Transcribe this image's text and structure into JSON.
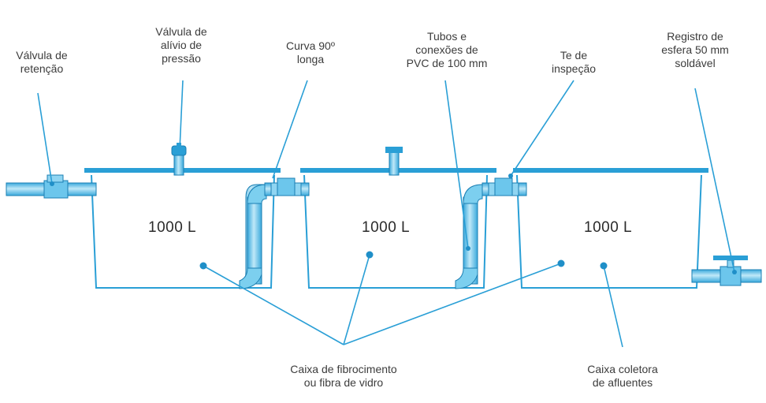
{
  "labels": {
    "retention_valve": [
      "Válvula de",
      "retenção"
    ],
    "relief_valve": [
      "Válvula de",
      "alívio de",
      "pressão"
    ],
    "curve": [
      "Curva 90º",
      "longa"
    ],
    "pipes": [
      "Tubos e",
      "conexões de",
      "PVC de 100 mm"
    ],
    "inspection_tee": [
      "Te de",
      "inspeção"
    ],
    "ball_valve": [
      "Registro de",
      "esfera 50 mm",
      "soldável"
    ],
    "fiber_box": [
      "Caixa de fibrocimento",
      "ou fibra de vidro"
    ],
    "collector_box": [
      "Caixa coletora",
      "de afluentes"
    ]
  },
  "tanks": [
    {
      "capacity": "1000 L"
    },
    {
      "capacity": "1000 L"
    },
    {
      "capacity": "1000 L"
    }
  ],
  "colors": {
    "tank_line": "#2a9fd6",
    "pipe_fill": "#5cc0ea",
    "pipe_light": "#a9def5",
    "pipe_stroke": "#1b7fb3",
    "leader": "#2a9fd6"
  }
}
